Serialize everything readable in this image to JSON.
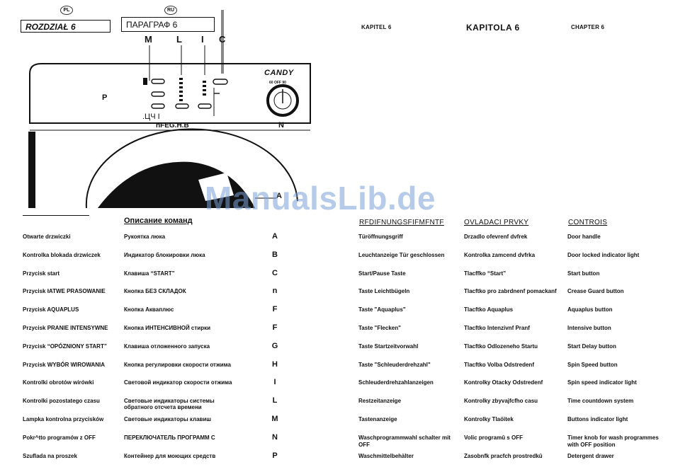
{
  "header": {
    "pl_tag": "PL",
    "ru_tag": "RU",
    "pl_box": "ROZDZIAŁ 6",
    "ru_box": "ПАРАГРАФ 6",
    "de_label": "KAPITEL 6",
    "cz_label": "KAPITOLA 6",
    "en_label": "CHAPTER 6"
  },
  "diagram": {
    "brand": "CANDY",
    "top_letters": [
      "M",
      "L",
      "I",
      "C"
    ],
    "label_P": "P",
    "label_N": "N",
    "label_A": "A",
    "bottom_letters_1": ".ЦЧ I",
    "bottom_letters_2": "nFEG.H.B",
    "knob_marks": "60 OFF 90"
  },
  "watermark": "ManualsLib.de",
  "columns": {
    "ru": "Описание команд",
    "de": "RFDIFNUNGSFIFMFNTF",
    "cz": "OVLADACI PRVKY",
    "en": "CONTROIS"
  },
  "rows": [
    {
      "pl": "Otwarte drzwiczki",
      "ru": "Рукоятка люка",
      "letter": "A",
      "de": "Türöffnungsgriff",
      "cz": "Drzadlo ofevrenf dvfrek",
      "en": "Door handle"
    },
    {
      "pl": "Kontrolka blokada drzwiczek",
      "ru": "Индикатор блокировки люка",
      "letter": "B",
      "de": "Leuchtanzeige Tür geschlossen",
      "cz": "Kontrolka zamcend dvfrka",
      "en": "Door locked indicator light"
    },
    {
      "pl": "Przycisk start",
      "ru": "Клавиша “START”",
      "letter": "C",
      "de": "Start/Pause Taste",
      "cz": "Tlacffko “Start”",
      "en": "Start button"
    },
    {
      "pl": "Przycisk łATWE PRASOWANIE",
      "ru": "Кнопка БЕЗ СКЛАДОК",
      "letter": "n",
      "de": "Taste Leichtbügeln",
      "cz": "Tlacftko pro zabrdnenf pomackanf",
      "en": "Crease Guard button"
    },
    {
      "pl": "Przycisk AQUAPLUS",
      "ru": "Кнопка Аквaплюс",
      "letter": "F",
      "de": "Taste \"Aquaplus\"",
      "cz": "Tlacftko Aquaplus",
      "en": "Aquaplus button"
    },
    {
      "pl": "Przycisk PRANIE INTENSYWNE",
      "ru": "Кнопка ИНТЕНСИВНОЙ стирки",
      "letter": "F",
      "de": "Taste \"Flecken\"",
      "cz": "Tlacftko Intenzivnf Pranf",
      "en": "Intensive button"
    },
    {
      "pl": "Przycisk “OPÓZNIONY START”",
      "ru": "Клавиша отложенного запуска",
      "letter": "G",
      "de": "Taste Startzeitvorwahl",
      "cz": "Tlacftko Odlozeneho Startu",
      "en": "Start Delay button"
    },
    {
      "pl": "Przycisk WYBÓR WIROWANIA",
      "ru": "Кнопка регулировки скорости отжима",
      "letter": "H",
      "de": "Taste \"Schleuderdrehzahl\"",
      "cz": "Tlacftko Volba Odstredenf",
      "en": "Spin Speed button"
    },
    {
      "pl": "Kontrolki obrotów wirówki",
      "ru": "Световой индикатор скорости отжима",
      "letter": "I",
      "de": "Schleuderdrehzahlanzeigen",
      "cz": "Kontrolky Otacky Odstredenf",
      "en": "Spin speed indicator light"
    },
    {
      "pl": "Kontrolki pozostatego czasu",
      "ru": "Световые индикаторы системы обратного отсчета времени",
      "letter": "L",
      "de": "Restzeitanzeige",
      "cz": "Kontrolky zbyvajfcfho casu",
      "en": "Time countdown system"
    },
    {
      "pl": "Lampka kontrolna przycisków",
      "ru": "Световые индикаторы клавиш",
      "letter": "M",
      "de": "Tastenanzeige",
      "cz": "Kontrolky Tlaöitek",
      "en": "Buttons indicator light"
    },
    {
      "pl": "Pokr^tto programów z OFF",
      "ru": "ПЕРЕКЛЮЧАТЕЛЬ ПРОГРАММ С",
      "letter": "N",
      "de": "Waschprogrammwahl schalter mit OFF",
      "cz": "Volic programû s OFF",
      "en": "Timer knob for wash programmes with OFF position"
    },
    {
      "pl": "Szuflada na proszek",
      "ru": "Контейнер для моющих средств",
      "letter": "P",
      "de": "Waschmittelbehälter",
      "cz": "Zasobnfk pracfch prostredkû",
      "en": "Detergent drawer"
    }
  ]
}
